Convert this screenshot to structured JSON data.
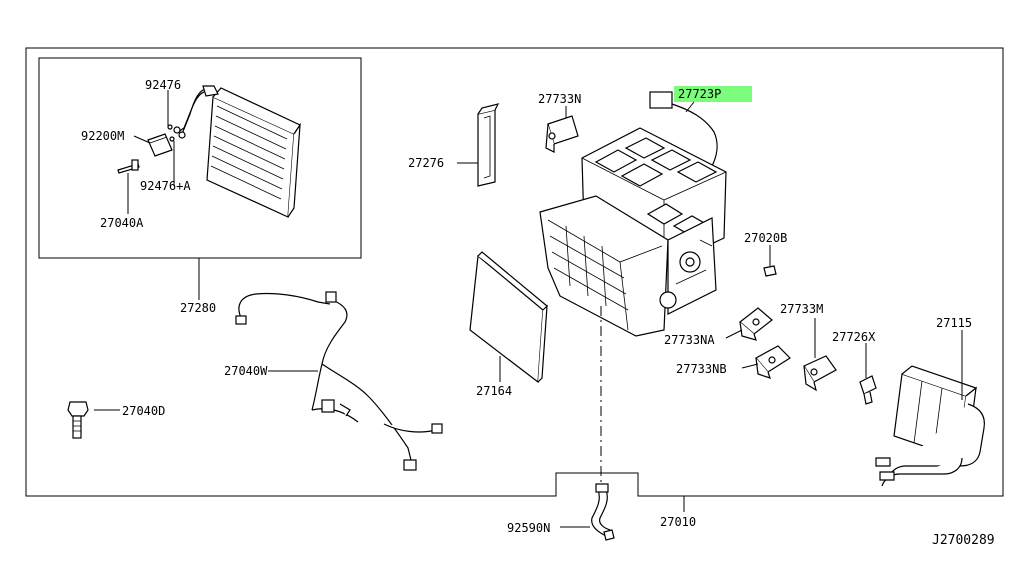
{
  "diagram": {
    "code": "J2700289",
    "highlight_color": "#7CFC7C",
    "labels": {
      "p92476": "92476",
      "p92200M": "92200M",
      "p92476A": "92476+A",
      "p27040A": "27040A",
      "p27280": "27280",
      "p27040W": "27040W",
      "p27040D": "27040D",
      "p27733N": "27733N",
      "p27723P": "27723P",
      "p27276": "27276",
      "p27020B": "27020B",
      "p27164": "27164",
      "p27733M": "27733M",
      "p27733NA": "27733NA",
      "p27726X": "27726X",
      "p27115": "27115",
      "p27733NB": "27733NB",
      "p92590N": "92590N",
      "p27010": "27010"
    }
  }
}
